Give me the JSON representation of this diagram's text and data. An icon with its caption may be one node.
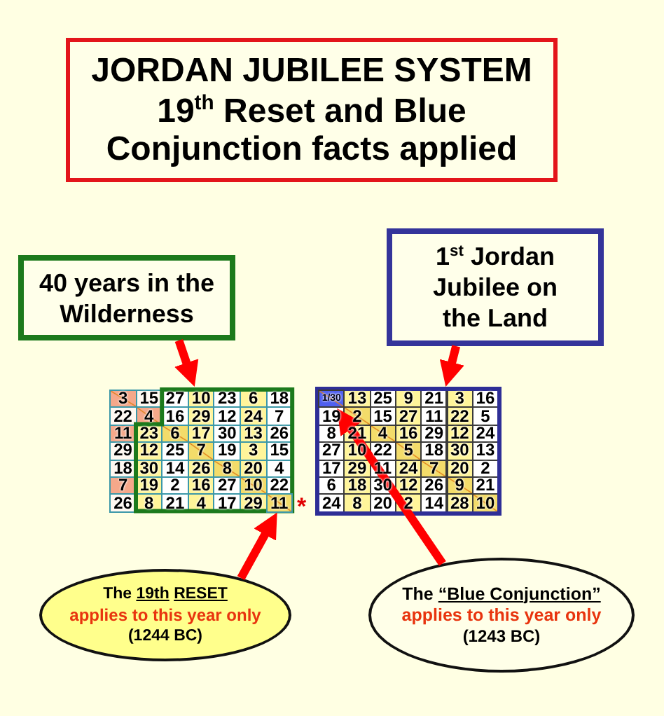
{
  "diagram": {
    "nodes": [
      {
        "text": [
          "JORDAN JUBILEE SYSTEM",
          "19$^{th}$ Reset and Blue Conjunction facts applied"
        ]
      },
      {
        "text": [
          "40 years in the Wilderness"
        ]
      },
      {
        "text": [
          "1$^{st}$ Jordan Jubilee on the Land"
        ]
      },
      {
        "text": [],
        "shape": "box"
      },
      {
        "text": [],
        "shape": "box"
      },
      {
        "text": [
          "11"
        ],
        "in": 3
      },
      {
        "text": [
          "1/30"
        ],
        "in": 4
      },
      {
        "text": [
          "The 19th RESET",
          "applies to this year only",
          "(1244 BC)"
        ]
      },
      {
        "text": [
          "The “Blue Conjunction”",
          "applies to this year only",
          "(1243 BC)"
        ]
      }
    ],
    "edges": [
      {
        "from": 1,
        "to": 3,
        "arrow": "to"
      },
      {
        "from": 2,
        "to": 4,
        "arrow": "to"
      },
      {
        "from": 7,
        "to": 5,
        "arrow": "to"
      },
      {
        "from": 8,
        "to": 6,
        "arrow": "to"
      }
    ],
    "labels": [
      "3",
      "15",
      "27",
      "10",
      "23",
      "6",
      "18",
      "22",
      "4",
      "16",
      "29",
      "12",
      "24",
      "7",
      "11",
      "23",
      "6",
      "17",
      "30",
      "13",
      "26",
      "29",
      "12",
      "25",
      "7",
      "19",
      "3",
      "15",
      "18",
      "30",
      "14",
      "26",
      "8",
      "20",
      "4",
      "7",
      "19",
      "2",
      "16",
      "27",
      "10",
      "22",
      "26",
      "8",
      "21",
      "4",
      "17",
      "29",
      "*",
      "13",
      "25",
      "9",
      "21",
      "3",
      "16",
      "19",
      "2",
      "15",
      "27",
      "11",
      "22",
      "5",
      "8",
      "21",
      "4",
      "16",
      "29",
      "12",
      "24",
      "27",
      "10",
      "22",
      "5",
      "18",
      "30",
      "13",
      "17",
      "29",
      "11",
      "24",
      "7",
      "20",
      "2",
      "6",
      "18",
      "30",
      "12",
      "26",
      "9",
      "21",
      "24",
      "8",
      "20",
      "2",
      "14",
      "28",
      "10"
    ]
  }
}
